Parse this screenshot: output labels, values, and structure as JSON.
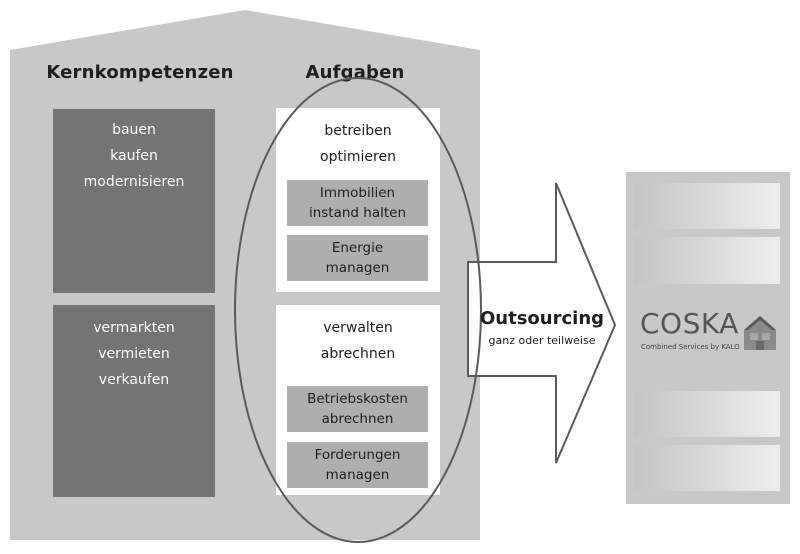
{
  "left_panel": {
    "heading_left": "Kernkompetenzen",
    "heading_right": "Aufgaben",
    "core_box_1": [
      "bauen",
      "kaufen",
      "modernisieren"
    ],
    "core_box_2": [
      "vermarkten",
      "vermieten",
      "verkaufen"
    ],
    "task_box_1": {
      "lines": [
        "betreiben",
        "optimieren"
      ],
      "subtasks": [
        {
          "line1": "Immobilien",
          "line2": "instand halten"
        },
        {
          "line1": "Energie",
          "line2": "managen"
        }
      ]
    },
    "task_box_2": {
      "lines": [
        "verwalten",
        "abrechnen"
      ],
      "subtasks": [
        {
          "line1": "Betriebskosten",
          "line2": "abrechnen"
        },
        {
          "line1": "Forderungen",
          "line2": "managen"
        }
      ]
    }
  },
  "arrow": {
    "title": "Outsourcing",
    "subtitle": "ganz oder teilweise"
  },
  "coska": {
    "logo_text": "COSKA",
    "logo_tagline": "Combined Services by KALO"
  },
  "colors": {
    "house_fill": "#c8c8c8",
    "dark_box": "#747474",
    "sub_box": "#aeaeae",
    "outline": "#5a5a5a"
  }
}
